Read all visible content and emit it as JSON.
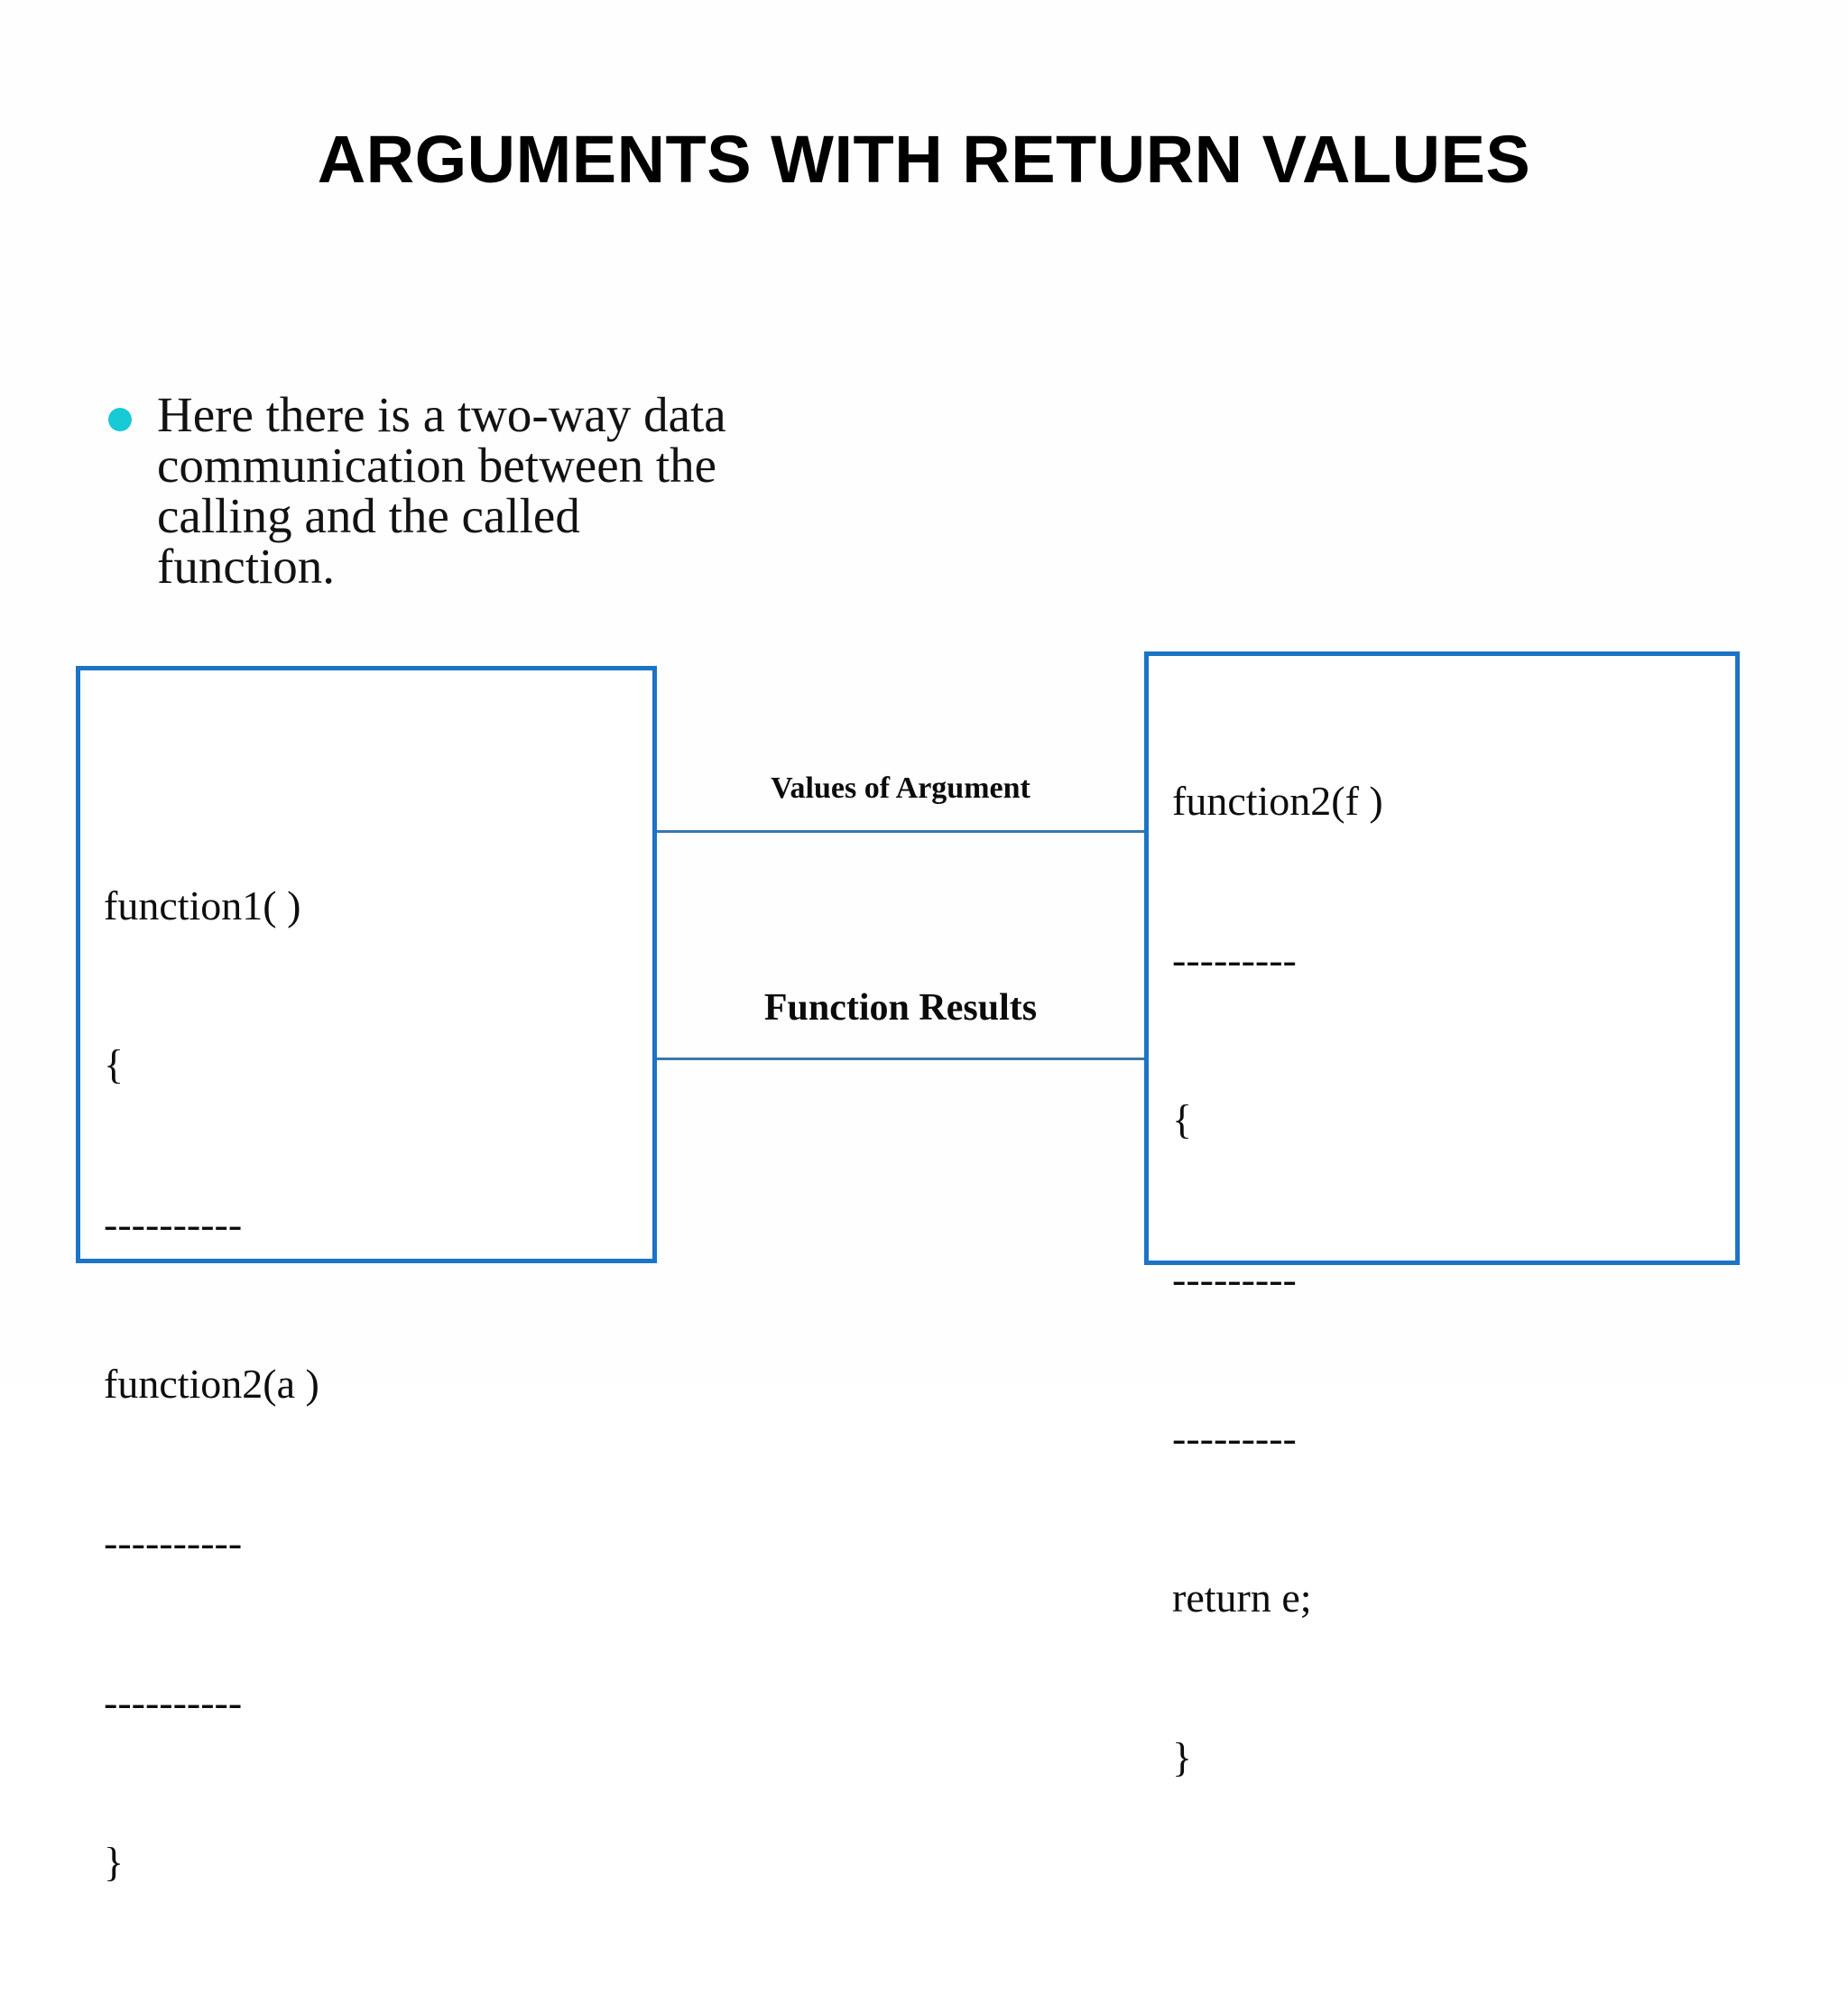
{
  "slide": {
    "title": "ARGUMENTS WITH RETURN VALUES",
    "background_color": "#FEFEFE"
  },
  "bullet": {
    "marker_color": "#18C9D6",
    "text": "Here there is a two-way data communication between the calling and the called function."
  },
  "diagram": {
    "box_border_color": "#1B74C6",
    "connector_color": "#3C76A8",
    "calling_function_box": {
      "name": "function1",
      "lines": [
        "function1( )",
        "{",
        "----------",
        "function2(a )",
        "----------",
        "----------",
        "}"
      ]
    },
    "called_function_box": {
      "name": "function2",
      "lines": [
        "function2(f )",
        "---------",
        "{",
        "---------",
        "---------",
        "return e;",
        "}"
      ]
    },
    "connectors": [
      {
        "label": "Values of Argument",
        "direction": "left-to-right"
      },
      {
        "label": "Function Results",
        "direction": "right-to-left"
      }
    ]
  }
}
